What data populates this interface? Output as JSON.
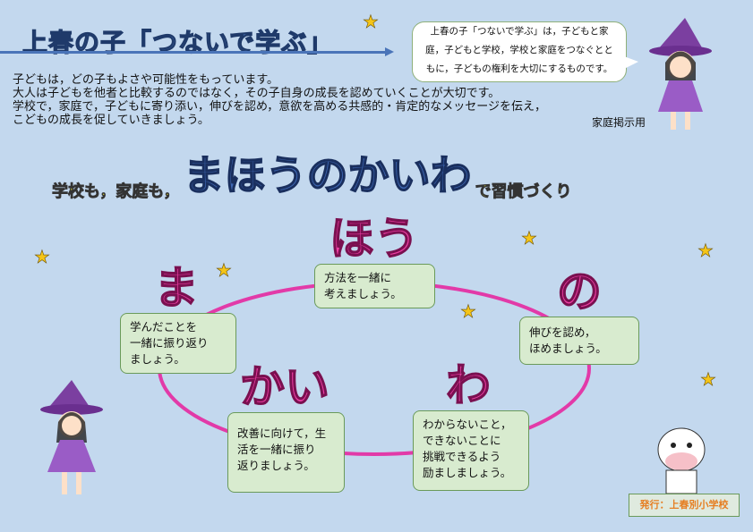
{
  "header": {
    "title": "上春の子「つないで学ぶ」"
  },
  "intro": {
    "lines": [
      "子どもは，どの子もよさや可能性をもっています。",
      "大人は子どもを他者と比較するのではなく，その子自身の成長を認めていくことが大切です。",
      "学校で，家庭で，子どもに寄り添い，伸びを認め，意欲を高める共感的・肯定的なメッセージを伝え，",
      "こどもの成長を促していきましょう。"
    ],
    "usage": "家庭掲示用"
  },
  "bubble": {
    "lines": [
      "上春の子「つないで学ぶ」は，子どもと家",
      "庭，子どもと学校，学校と家庭をつなぐとと",
      "もに，子どもの権利を大切にするものです。"
    ]
  },
  "slogan": {
    "part1": "学校も，",
    "part2": "家庭も，",
    "main": "まほうのかいわ",
    "tail": "で習慣づくり"
  },
  "cycle": [
    {
      "kana": "ま",
      "lines": [
        "学んだことを",
        "一緒に振り返り",
        "ましょう。"
      ]
    },
    {
      "kana": "ほう",
      "lines": [
        "方法を一緒に",
        "考えましょう。"
      ]
    },
    {
      "kana": "の",
      "lines": [
        "伸びを認め，",
        "ほめましょう。"
      ]
    },
    {
      "kana": "わ",
      "lines": [
        "わからないこと，",
        "できないことに",
        "挑戦できるよう",
        "励ましましょう。"
      ]
    },
    {
      "kana": "かい",
      "lines": [
        "改善に向けて，生",
        "活を一緒に振り",
        "返りましょう。"
      ]
    }
  ],
  "footer": {
    "publisher": "発行：上春別小学校"
  },
  "colors": {
    "background": "#c3d8ee",
    "ring": "#e23aa8",
    "box": "#d8ebcf"
  }
}
